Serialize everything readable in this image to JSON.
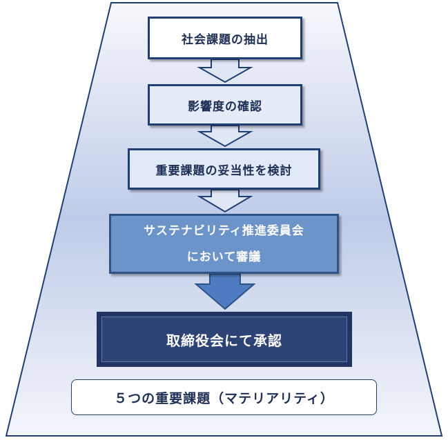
{
  "steps": [
    {
      "lines": [
        "社会課題の抽出"
      ]
    },
    {
      "lines": [
        "影響度の確認"
      ]
    },
    {
      "lines": [
        "重要課題の妥当性を検討"
      ]
    },
    {
      "lines": [
        "サステナビリティ推進委員会",
        "において審議"
      ]
    },
    {
      "lines": [
        "取締役会にて承認"
      ]
    }
  ],
  "result": {
    "label": "５つの重要課題（マテリアリティ）"
  },
  "colors": {
    "frame_border": "#1f3f73",
    "trapezoid_top": "#f4f5fb",
    "trapezoid_mid": "#bfcbe8",
    "arrow_fill": "#d9e2f3",
    "arrow_fill_dark": "#4f7bc0",
    "step4_fill": "#6d94c8",
    "step5_fill": "#2d4275",
    "text_dark": "#1e2f55"
  }
}
